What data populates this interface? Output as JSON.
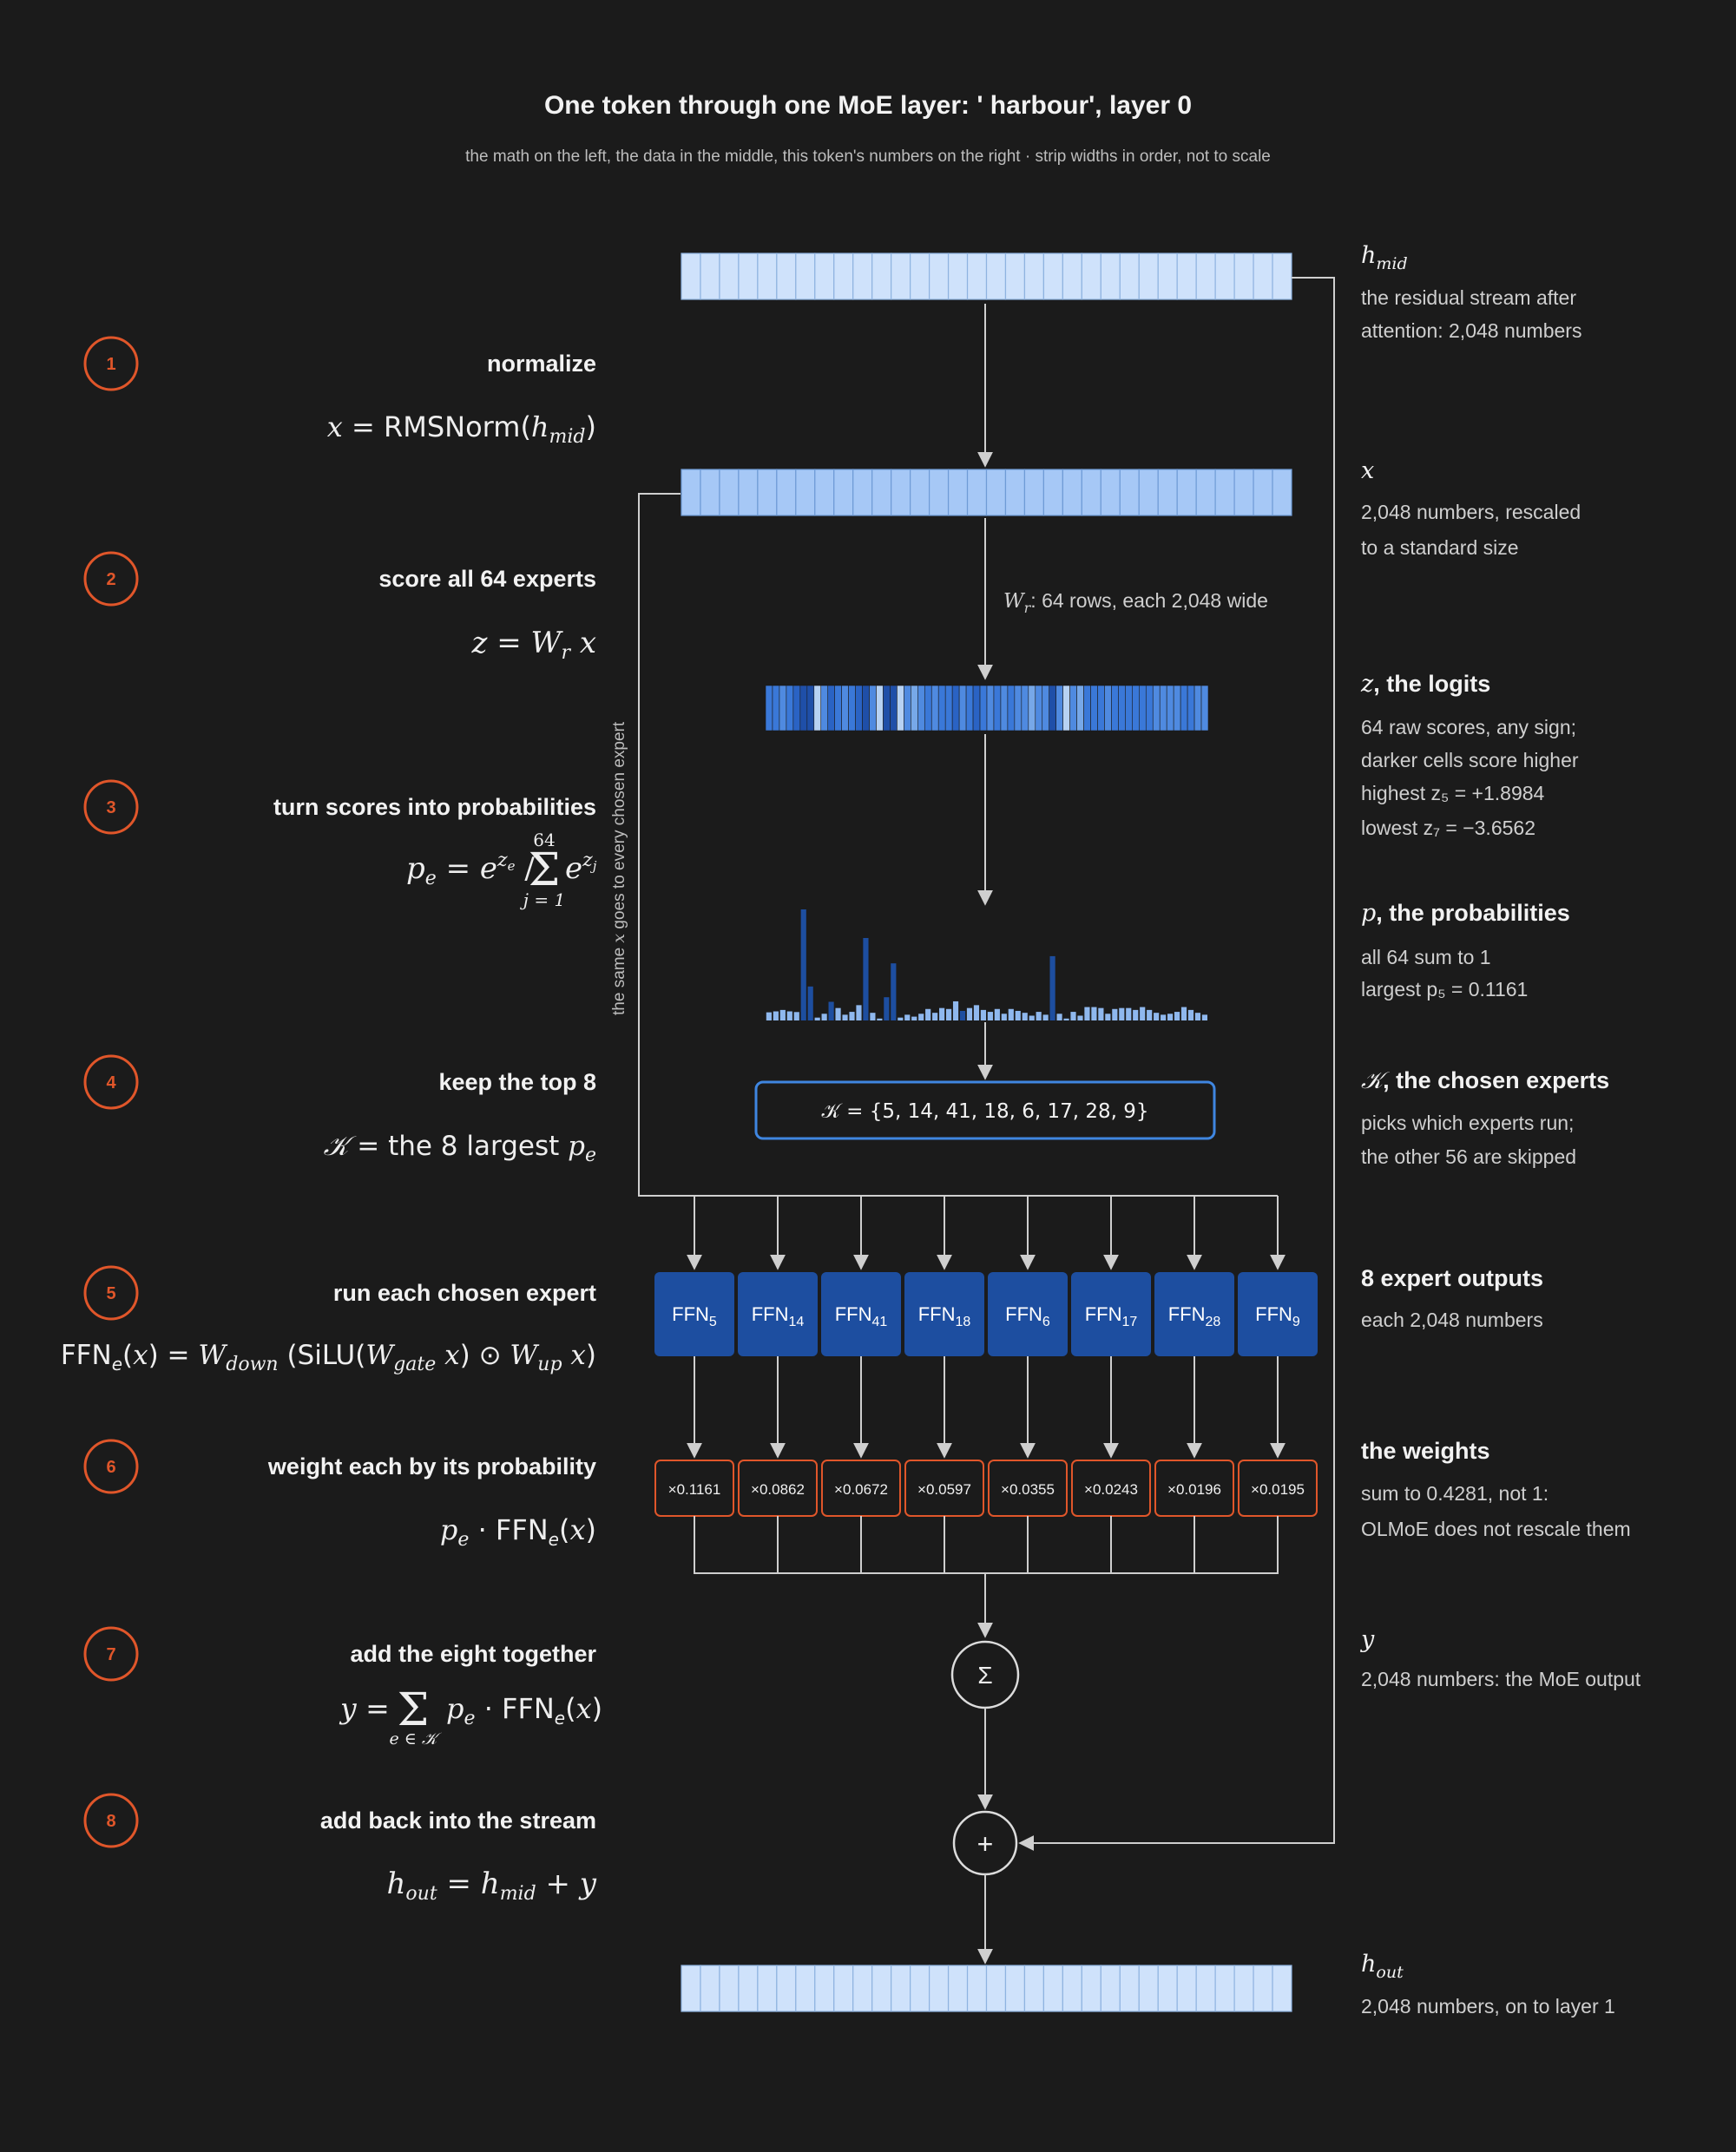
{
  "header": {
    "title": "One token through one MoE layer: ' harbour', layer 0",
    "subtitle": "the math on the left, the data in the middle, this token's numbers on the right  ·  strip widths in order, not to scale"
  },
  "steps": [
    {
      "num": "1",
      "title": "normalize"
    },
    {
      "num": "2",
      "title": "score all 64 experts"
    },
    {
      "num": "3",
      "title": "turn scores into probabilities"
    },
    {
      "num": "4",
      "title": "keep the top 8"
    },
    {
      "num": "5",
      "title": "run each chosen expert"
    },
    {
      "num": "6",
      "title": "weight each by its probability"
    },
    {
      "num": "7",
      "title": "add the eight together"
    },
    {
      "num": "8",
      "title": "add back into the stream"
    }
  ],
  "formulas": {
    "f1": "x = RMSNorm(h_mid)",
    "f2": "z = W_r x",
    "f3": "p_e = e^{z_e} / Σ_{j=1}^{64} e^{z_j}",
    "f3_sum_top": "64",
    "f3_sum_bottom": "j = 1",
    "f4": "𝒦 = the 8 largest p_e",
    "f5": "FFN_e(x) = W_down (SiLU(W_gate x) ⊙ W_up x)",
    "f6": "p_e · FFN_e(x)",
    "f7": "y = Σ_{e∈𝒦} p_e · FFN_e(x)",
    "f7_sum_bottom": "e ∈ 𝒦",
    "f8": "h_out = h_mid + y"
  },
  "center": {
    "router_label_tail": ": 64 rows, each 2,048 wide",
    "side_label": "the same x goes to every chosen expert",
    "kset": "𝒦 = {5, 14, 41, 18, 6, 17, 28, 9}",
    "sum_symbol": "Σ",
    "plus_symbol": "+"
  },
  "experts": [
    {
      "id": "5",
      "weight": "×0.1161"
    },
    {
      "id": "14",
      "weight": "×0.0862"
    },
    {
      "id": "41",
      "weight": "×0.0672"
    },
    {
      "id": "18",
      "weight": "×0.0597"
    },
    {
      "id": "6",
      "weight": "×0.0355"
    },
    {
      "id": "17",
      "weight": "×0.0243"
    },
    {
      "id": "28",
      "weight": "×0.0196"
    },
    {
      "id": "9",
      "weight": "×0.0195"
    }
  ],
  "right": {
    "hmid_text1": "the residual stream after",
    "hmid_text2": "attention: 2,048 numbers",
    "x_text1": "2,048 numbers, rescaled",
    "x_text2": "to a standard size",
    "z_title_tail": ", the logits",
    "z_text1": "64 raw scores, any sign;",
    "z_text2": "darker cells score higher",
    "z_high": "highest z₅ = +1.8984",
    "z_low": "lowest z₇ = −3.6562",
    "p_title_tail": ", the probabilities",
    "p_text1": "all 64 sum to 1",
    "p_largest": "largest p₅ = 0.1161",
    "k_title_tail": ", the chosen experts",
    "k_text1": "picks which experts run;",
    "k_text2": "the other 56 are skipped",
    "ffn_title": "8 expert outputs",
    "ffn_text1": "each 2,048 numbers",
    "w_title": "the weights",
    "w_text1": "sum to 0.4281, not 1:",
    "w_text2": "OLMoE does not rescale them",
    "y_text1": "2,048 numbers: the MoE output",
    "hout_text1": "2,048 numbers, on to layer 1"
  },
  "colors": {
    "background": "#1b1b1b",
    "accent_orange": "#e0562a",
    "expert_box": "#1d4ea0",
    "strip_light": "#cfe2fb",
    "strip_mid": "#a6c8f6"
  },
  "chart_data": {
    "type": "bar",
    "x_label": "expert index",
    "p_top_values": {
      "5": 0.1161,
      "14": 0.0862,
      "41": 0.0672,
      "18": 0.0597,
      "6": 0.0355,
      "17": 0.0243,
      "28": 0.0196,
      "9": 0.0195
    },
    "p_values": [
      0.0085,
      0.0095,
      0.011,
      0.0095,
      0.0088,
      0.1161,
      0.0355,
      0.003,
      0.007,
      0.0195,
      0.013,
      0.006,
      0.009,
      0.016,
      0.0862,
      0.008,
      0.002,
      0.0243,
      0.0597,
      0.003,
      0.006,
      0.004,
      0.007,
      0.012,
      0.008,
      0.013,
      0.012,
      0.02,
      0.01,
      0.013,
      0.016,
      0.011,
      0.009,
      0.012,
      0.007,
      0.012,
      0.01,
      0.008,
      0.005,
      0.009,
      0.006,
      0.0672,
      0.007,
      0.002,
      0.009,
      0.005,
      0.014,
      0.014,
      0.013,
      0.007,
      0.012,
      0.013,
      0.013,
      0.011,
      0.014,
      0.011,
      0.008,
      0.006,
      0.007,
      0.009,
      0.014,
      0.011,
      0.008,
      0.006
    ],
    "z_shade_levels": [
      3,
      3,
      2,
      3,
      4,
      5,
      5,
      0,
      2,
      4,
      3,
      2,
      3,
      4,
      5,
      2,
      0,
      5,
      5,
      0,
      2,
      1,
      2,
      3,
      2,
      3,
      3,
      4,
      2,
      3,
      4,
      3,
      2,
      3,
      2,
      3,
      2,
      2,
      1,
      2,
      2,
      5,
      2,
      0,
      2,
      1,
      3,
      3,
      3,
      2,
      3,
      3,
      3,
      3,
      3,
      3,
      2,
      2,
      2,
      2,
      3,
      3,
      2,
      2
    ]
  }
}
